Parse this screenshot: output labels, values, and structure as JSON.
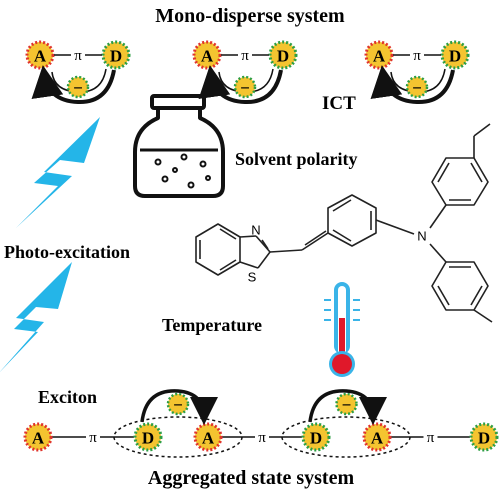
{
  "labels": {
    "top_title": "Mono-disperse system",
    "ict": "ICT",
    "solvent": "Solvent polarity",
    "photo": "Photo-excitation",
    "temperature": "Temperature",
    "exciton": "Exciton",
    "bottom_title": "Aggregated state system"
  },
  "nodes": {
    "acceptor": "A",
    "donor": "D",
    "pi": "π",
    "electron": "−"
  },
  "molecule": {
    "nitrogen": "N",
    "sulfur": "S"
  },
  "colors": {
    "acceptor_fill": "#f4c430",
    "acceptor_ring": "#e0342c",
    "donor_fill": "#f4c430",
    "donor_ring": "#2e9e44",
    "electron_fill": "#f4c430",
    "electron_ring": "#2e9e44",
    "lightning": "#24b5e8",
    "thermo_red": "#e0182a",
    "thermo_blue": "#3ab4e8"
  }
}
